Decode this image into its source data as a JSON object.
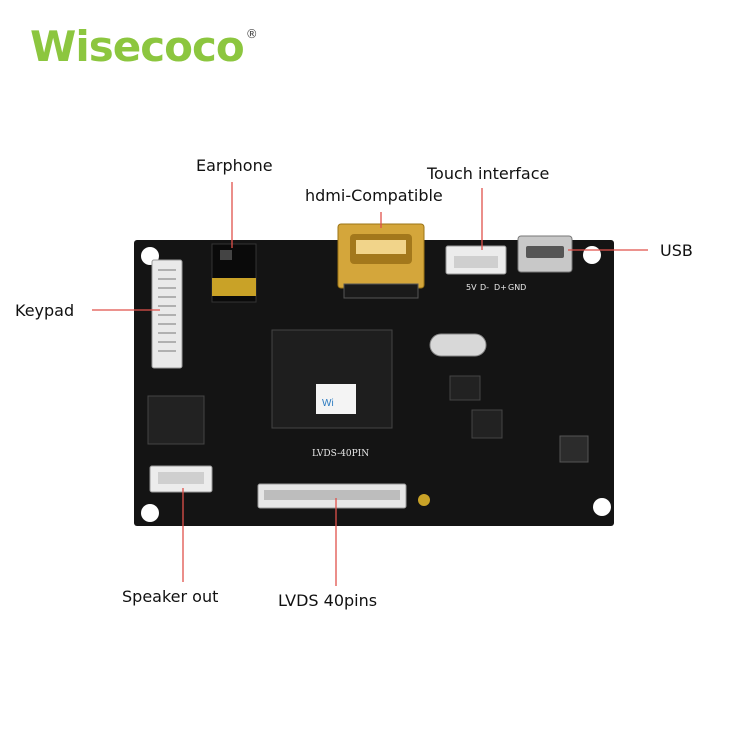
{
  "brand": {
    "name": "Wisecoco",
    "mark": "®",
    "color": "#8cc63f"
  },
  "callouts": {
    "earphone": "Earphone",
    "hdmi": "hdmi-Compatible",
    "touch": "Touch interface",
    "usb": "USB",
    "keypad": "Keypad",
    "speaker": "Speaker out",
    "lvds": "LVDS 40pins"
  },
  "board_text": {
    "lvds_silk": "LVDS-40PIN",
    "chip_sticker": "Wi",
    "pin_labels": [
      "5V",
      "D-",
      "D+",
      "GND"
    ]
  },
  "leader_color": "#e0504a"
}
